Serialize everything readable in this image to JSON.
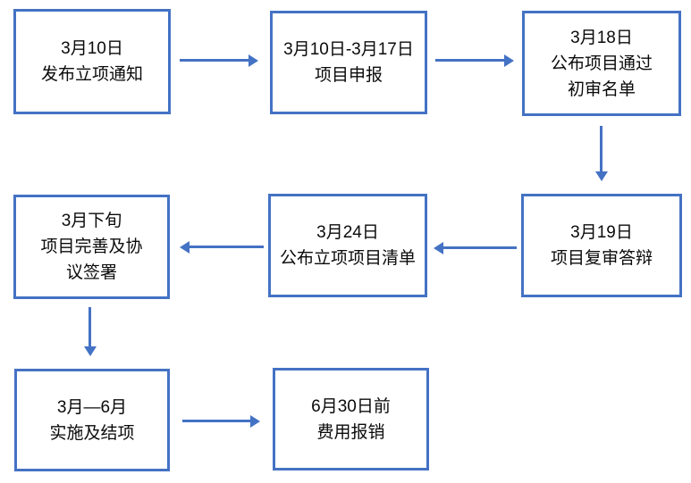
{
  "flowchart": {
    "colors": {
      "box_border": "#4472C4",
      "arrow": "#4472C4",
      "text": "#0A0A0A",
      "background": "#FFFFFF"
    },
    "boxes": [
      {
        "name": "publish-notice",
        "lines": [
          "3月10日",
          "发布立项通知"
        ]
      },
      {
        "name": "application",
        "lines": [
          "3月10日-3月17日",
          "项目申报"
        ]
      },
      {
        "name": "initial-review-list",
        "lines": [
          "3月18日",
          "公布项目通过",
          "初审名单"
        ]
      },
      {
        "name": "review-defense",
        "lines": [
          "3月19日",
          "项目复审答辩"
        ]
      },
      {
        "name": "approved-list",
        "lines": [
          "3月24日",
          "公布立项项目清单"
        ]
      },
      {
        "name": "agreement-signing",
        "lines": [
          "3月下旬",
          "项目完善及协",
          "议签署"
        ]
      },
      {
        "name": "implementation",
        "lines": [
          "3月—6月",
          "实施及结项"
        ]
      },
      {
        "name": "reimbursement",
        "lines": [
          "6月30日前",
          "费用报销"
        ]
      }
    ],
    "connections": [
      "publish-notice → application",
      "application → initial-review-list",
      "initial-review-list → review-defense",
      "review-defense → approved-list",
      "approved-list → agreement-signing",
      "agreement-signing → implementation",
      "implementation → reimbursement"
    ]
  }
}
